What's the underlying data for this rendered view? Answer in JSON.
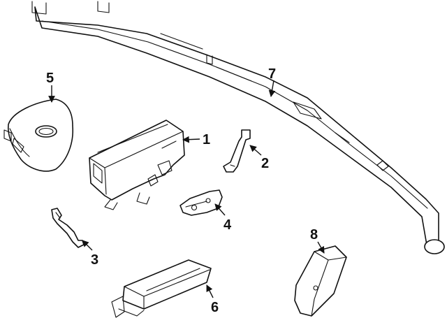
{
  "diagram": {
    "callouts": [
      {
        "id": "1",
        "label": "1"
      },
      {
        "id": "2",
        "label": "2"
      },
      {
        "id": "3",
        "label": "3"
      },
      {
        "id": "4",
        "label": "4"
      },
      {
        "id": "5",
        "label": "5"
      },
      {
        "id": "6",
        "label": "6"
      },
      {
        "id": "7",
        "label": "7"
      },
      {
        "id": "8",
        "label": "8"
      }
    ],
    "line_color": "#111111",
    "background": "#ffffff"
  }
}
